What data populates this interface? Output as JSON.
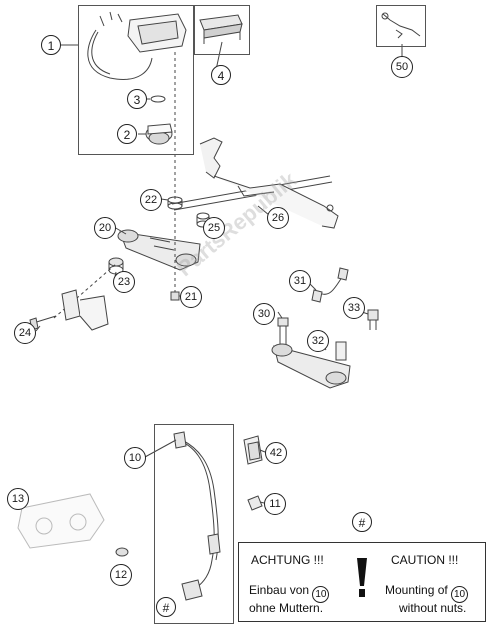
{
  "watermark": "PartsRepublik",
  "callouts": {
    "c1": "1",
    "c2": "2",
    "c3": "3",
    "c4": "4",
    "c50": "50",
    "c22": "22",
    "c20": "20",
    "c25": "25",
    "c26": "26",
    "c23": "23",
    "c21": "21",
    "c24": "24",
    "c31": "31",
    "c33": "33",
    "c30": "30",
    "c32": "32",
    "c10": "10",
    "c42": "42",
    "c11": "11",
    "c13": "13",
    "c12": "12",
    "c_hash_top": "#",
    "c_hash_bottom": "#"
  },
  "notice": {
    "left_title": "ACHTUNG !!!",
    "left_line1": "Einbau von",
    "left_ref": "10",
    "left_line2": "ohne Muttern.",
    "right_title": "CAUTION !!!",
    "right_line1": "Mounting of",
    "right_ref": "10",
    "right_line2": "without nuts."
  }
}
